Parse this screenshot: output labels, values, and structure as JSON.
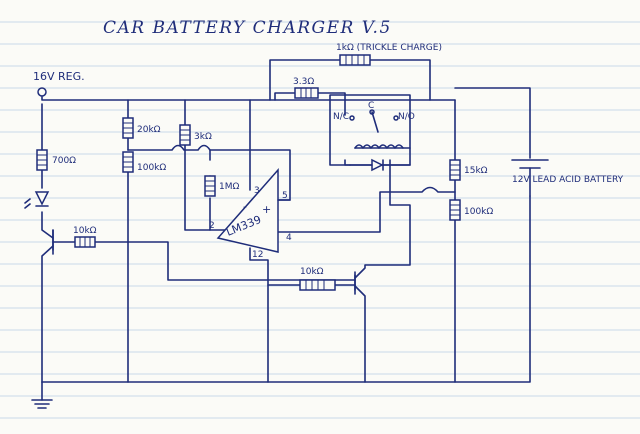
{
  "title": "CAR BATTERY CHARGER V.5",
  "labels": {
    "supply": "16V REG.",
    "r_700": "700Ω",
    "r_20k": "20kΩ",
    "r_100k_left": "100kΩ",
    "r_3k": "3kΩ",
    "r_1m": "1MΩ",
    "r_10k_base": "10kΩ",
    "r_3r3": "3.3Ω",
    "r_1k_trickle": "1kΩ (TRICKLE CHARGE)",
    "relay_nc": "N/C",
    "relay_c": "C",
    "relay_no": "N/O",
    "r_15k": "15kΩ",
    "r_100k_right": "100kΩ",
    "battery": "12V LEAD ACID BATTERY",
    "r_10k_lower": "10kΩ",
    "ic": "LM339",
    "pin2": "2",
    "pin3": "3",
    "pin4": "4",
    "pin5": "5",
    "pin12": "12",
    "plus": "+",
    "minus": "-"
  }
}
